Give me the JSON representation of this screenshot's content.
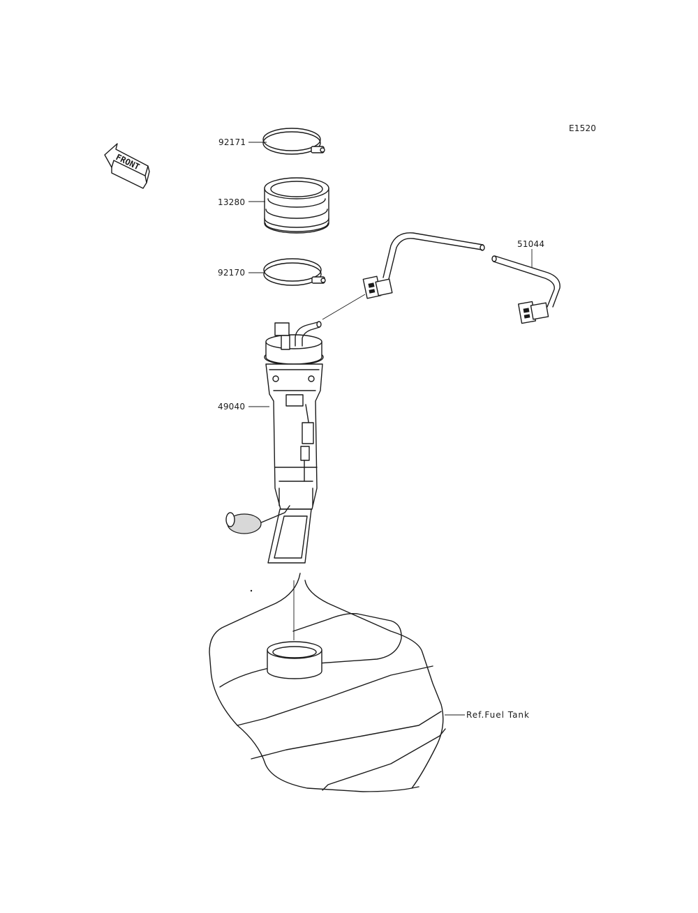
{
  "diagram_code": "E1520",
  "front_arrow": {
    "label": "FRONT",
    "icon": "front-arrow-icon"
  },
  "parts": [
    {
      "id": "clamp-upper",
      "number": "92171"
    },
    {
      "id": "seal",
      "number": "13280"
    },
    {
      "id": "clamp-lower",
      "number": "92170"
    },
    {
      "id": "fuel-hose",
      "number": "51044"
    },
    {
      "id": "fuel-pump",
      "number": "49040"
    }
  ],
  "reference": {
    "label": "Ref.Fuel Tank"
  }
}
